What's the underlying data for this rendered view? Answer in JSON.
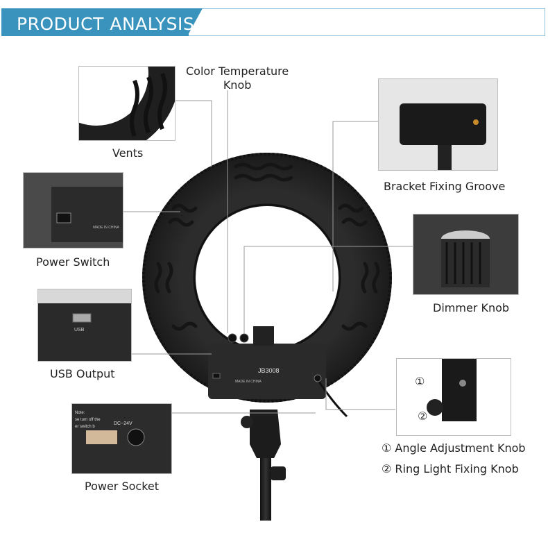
{
  "banner": {
    "title": "PRODUCT ANALYSIS"
  },
  "labels": {
    "color_temp": "Color Temperature\nKnob",
    "color_temp_line1": "Color Temperature",
    "color_temp_line2": "Knob",
    "vents": "Vents",
    "bracket": "Bracket Fixing Groove",
    "power_switch": "Power Switch",
    "dimmer": "Dimmer Knob",
    "usb_output": "USB Output",
    "angle_knob": "① Angle Adjustment Knob",
    "ring_knob": "② Ring Light Fixing Knob",
    "power_socket": "Power Socket"
  },
  "product": {
    "model": "JB3008",
    "made_in": "MADE IN CHINA",
    "usb": "USB",
    "dc": "DC~24V",
    "note": "Note:",
    "note_text": "Please turn off the power switch before inserting or removing the cable",
    "thumb_note_lines": [
      "Note:",
      "se turn off the",
      "er switch b"
    ]
  },
  "marks": {
    "one": "①",
    "two": "②"
  }
}
